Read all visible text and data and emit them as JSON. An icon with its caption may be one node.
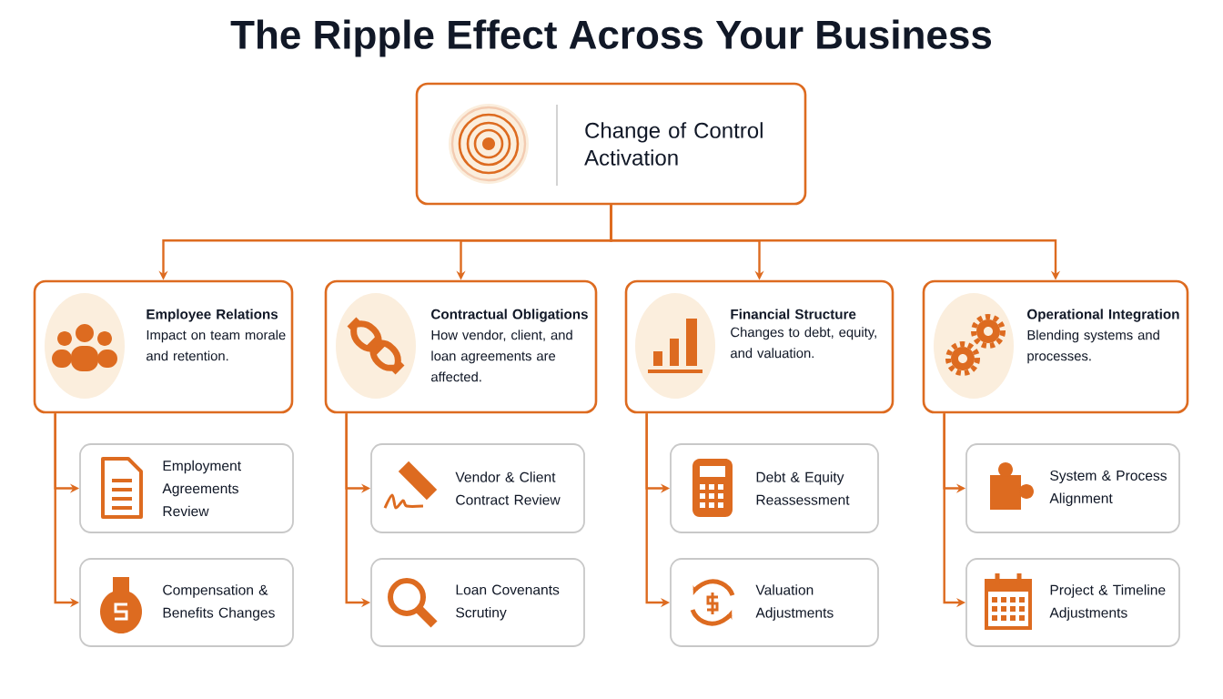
{
  "diagram": {
    "title": "The Ripple Effect Across Your Business",
    "nodes": [
      {
        "text": [
          "Change of Control Activation"
        ]
      },
      {
        "text": [
          "Employee Relations",
          "Impact on team morale and retention."
        ]
      },
      {
        "text": [
          "Contractual Obligations",
          "How vendor, client, and loan agreements are affected."
        ]
      },
      {
        "text": [
          "Financial Structure",
          "Changes to debt, equity, and valuation."
        ]
      },
      {
        "text": [
          "Operational Integration",
          "Blending systems and processes."
        ]
      },
      {
        "text": [
          "Employment Agreements Review"
        ]
      },
      {
        "text": [
          "Compensation & Benefits Changes"
        ]
      },
      {
        "text": [
          "Vendor & Client Contract Review"
        ]
      },
      {
        "text": [
          "Loan Covenants Scrutiny"
        ]
      },
      {
        "text": [
          "Debt & Equity Reassessment"
        ]
      },
      {
        "text": [
          "Valuation Adjustments"
        ]
      },
      {
        "text": [
          "System & Process Alignment"
        ]
      },
      {
        "text": [
          "Project & Timeline Adjustments"
        ]
      }
    ],
    "edges": [
      {
        "from": 0,
        "to": 1,
        "arrow": "to"
      },
      {
        "from": 0,
        "to": 2,
        "arrow": "to"
      },
      {
        "from": 0,
        "to": 3,
        "arrow": "to"
      },
      {
        "from": 0,
        "to": 4,
        "arrow": "to"
      },
      {
        "from": 1,
        "to": 5,
        "arrow": "to"
      },
      {
        "from": 1,
        "to": 6,
        "arrow": "to"
      },
      {
        "from": 2,
        "to": 7,
        "arrow": "to"
      },
      {
        "from": 2,
        "to": 8,
        "arrow": "to"
      },
      {
        "from": 3,
        "to": 9,
        "arrow": "to"
      },
      {
        "from": 3,
        "to": 10,
        "arrow": "to"
      },
      {
        "from": 4,
        "to": 11,
        "arrow": "to"
      },
      {
        "from": 4,
        "to": 12,
        "arrow": "to"
      }
    ]
  }
}
